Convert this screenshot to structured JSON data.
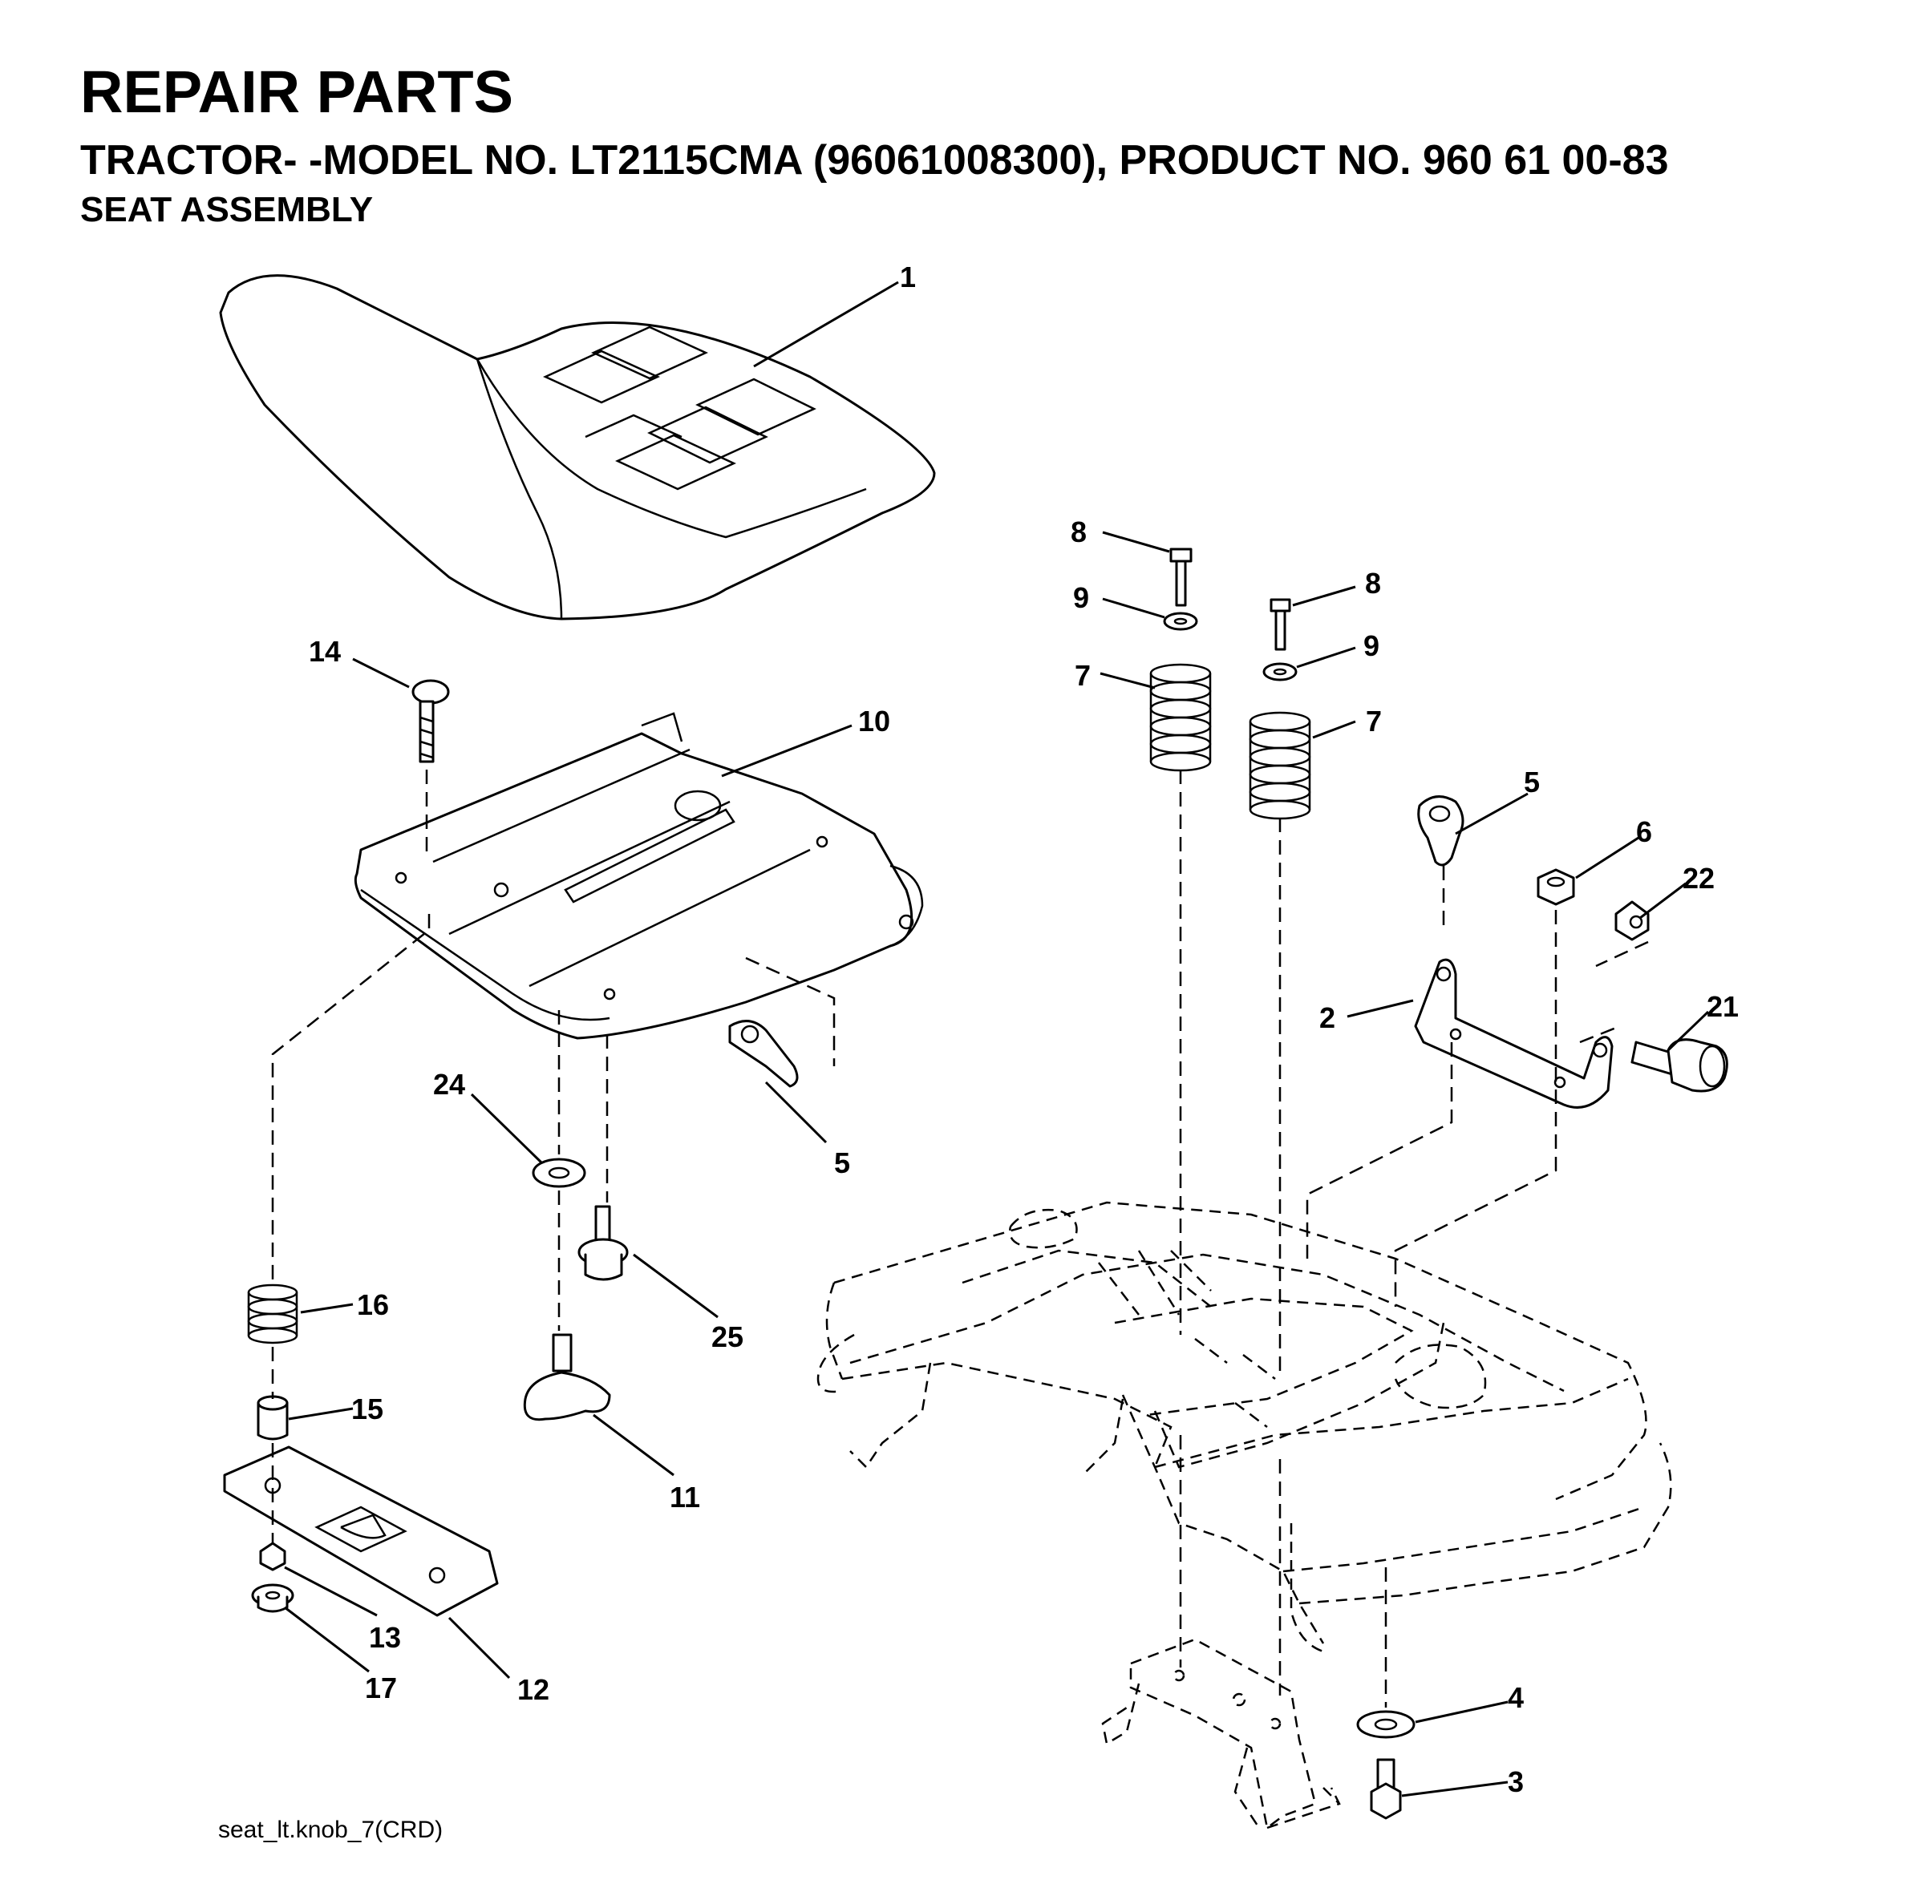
{
  "header": {
    "title": "REPAIR PARTS",
    "model_line": "TRACTOR- -MODEL NO. LT2115CMA (96061008300), PRODUCT NO. 960 61 00-83",
    "section": "SEAT ASSEMBLY"
  },
  "footer": {
    "file_ref": "seat_lt.knob_7(CRD)"
  },
  "callouts": [
    "1",
    "14",
    "10",
    "24",
    "5",
    "25",
    "16",
    "15",
    "11",
    "13",
    "12",
    "17",
    "8",
    "9",
    "7",
    "8",
    "9",
    "7",
    "5",
    "6",
    "22",
    "2",
    "21",
    "4",
    "3"
  ]
}
